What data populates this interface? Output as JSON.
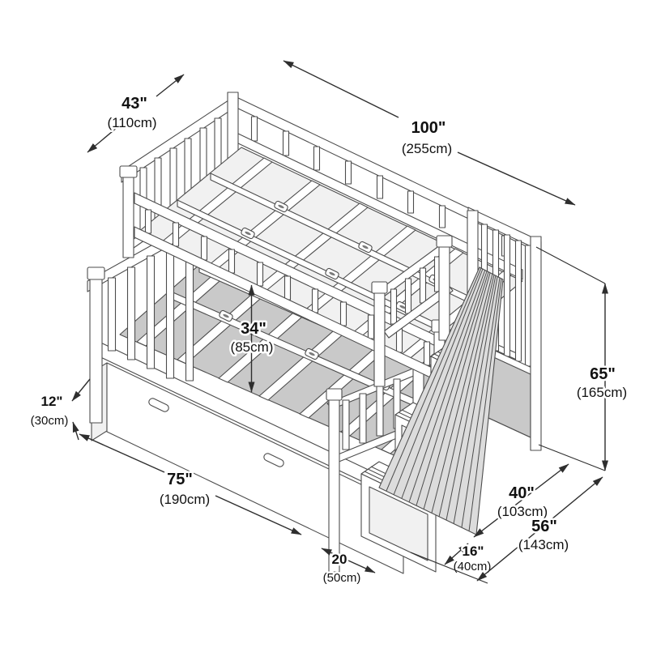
{
  "dims": {
    "top_width": {
      "in": "43\"",
      "cm": "(110cm)"
    },
    "overall_length": {
      "in": "100\"",
      "cm": "(255cm)"
    },
    "bunk_clearance": {
      "in": "34\"",
      "cm": "(85cm)"
    },
    "trundle_height": {
      "in": "12\"",
      "cm": "(30cm)"
    },
    "bottom_length": {
      "in": "75\"",
      "cm": "(190cm)"
    },
    "trundle_ext": {
      "in": "20",
      "cm": "(50cm)"
    },
    "stair_tread": {
      "in": "16\"",
      "cm": "(40cm)"
    },
    "stair_depth": {
      "in": "40\"",
      "cm": "(103cm)"
    },
    "bottom_width": {
      "in": "56\"",
      "cm": "(143cm)"
    },
    "overall_height": {
      "in": "65\"",
      "cm": "(165cm)"
    }
  }
}
